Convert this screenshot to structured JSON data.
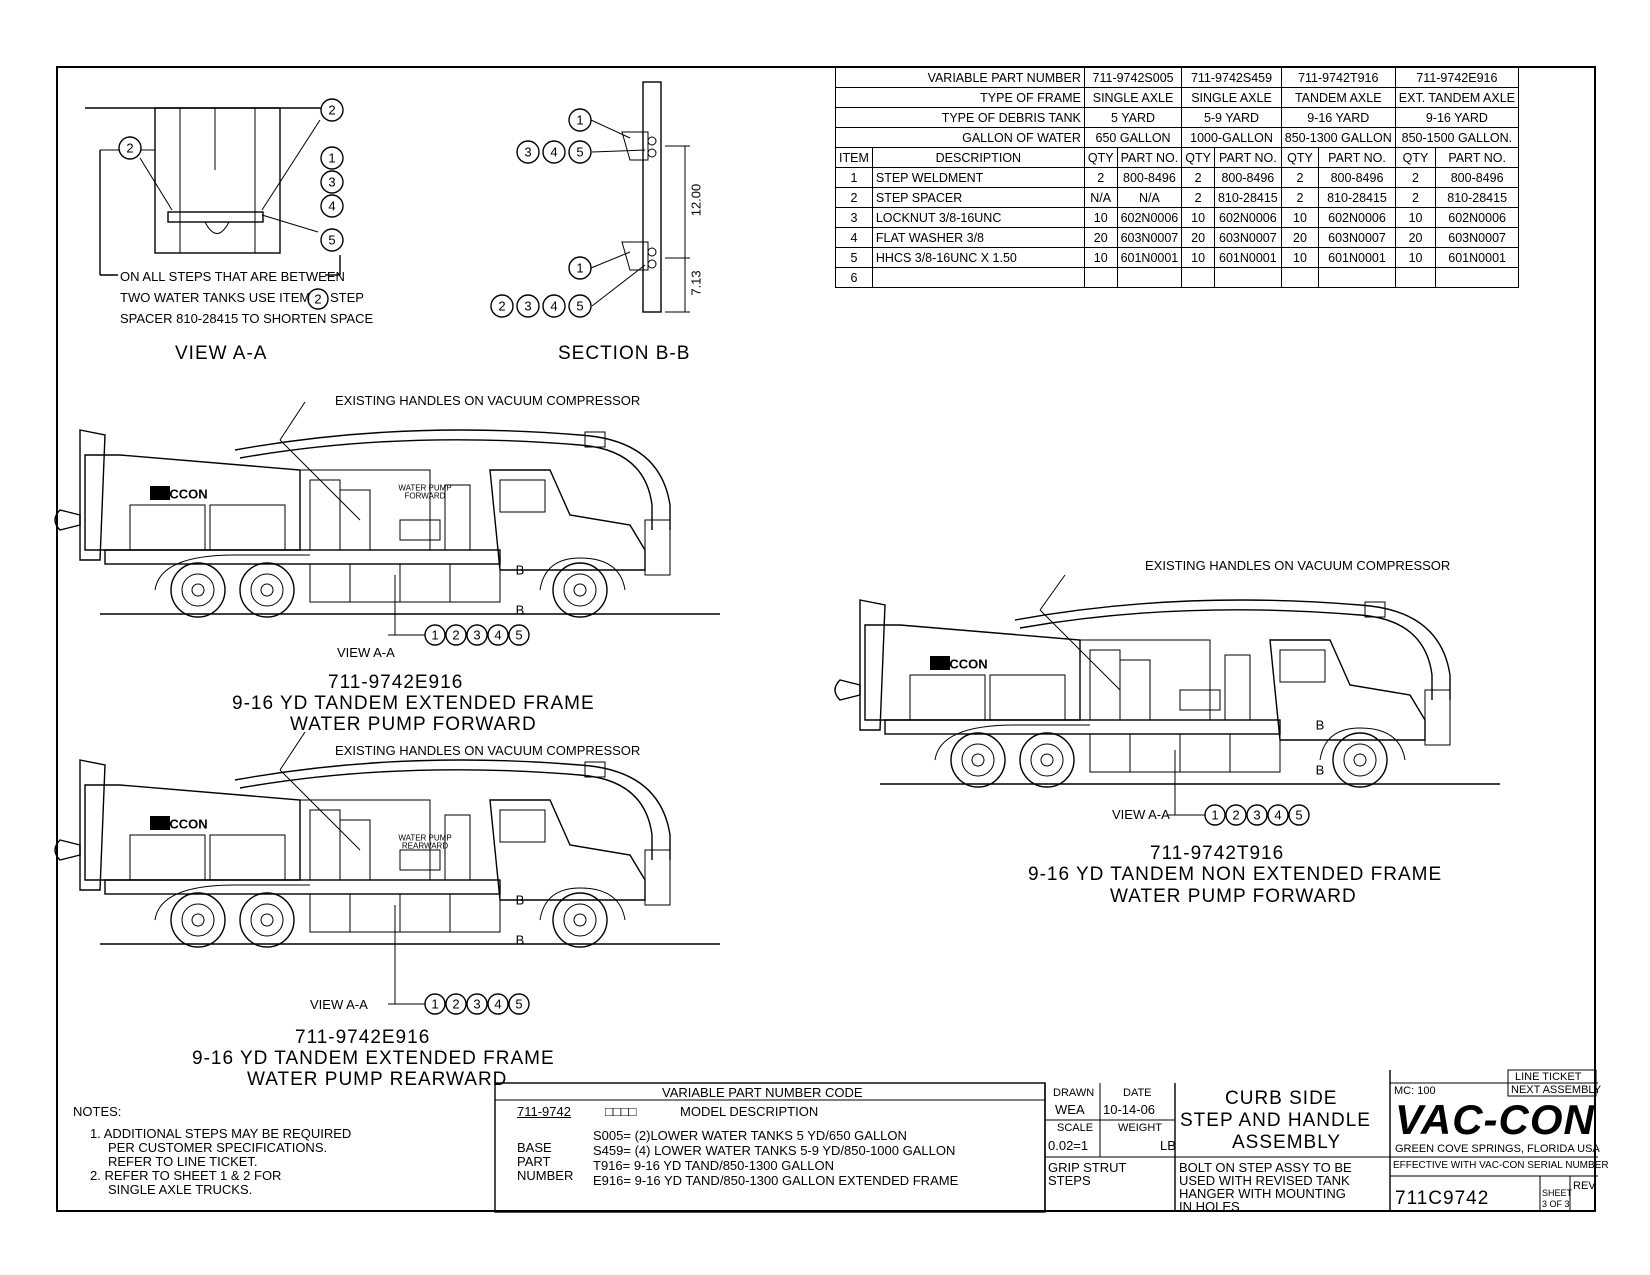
{
  "parts_table": {
    "header_labels": [
      "VARIABLE PART NUMBER",
      "TYPE OF FRAME",
      "TYPE OF DEBRIS TANK",
      "GALLON OF WATER"
    ],
    "variants": [
      {
        "part_number": "711-9742S005",
        "frame": "SINGLE AXLE",
        "tank": "5 YARD",
        "gallon": "650 GALLON"
      },
      {
        "part_number": "711-9742S459",
        "frame": "SINGLE AXLE",
        "tank": "5-9 YARD",
        "gallon": "1000-GALLON"
      },
      {
        "part_number": "711-9742T916",
        "frame": "TANDEM AXLE",
        "tank": "9-16 YARD",
        "gallon": "850-1300 GALLON"
      },
      {
        "part_number": "711-9742E916",
        "frame": "EXT. TANDEM AXLE",
        "tank": "9-16 YARD",
        "gallon": "850-1500 GALLON."
      }
    ],
    "col_item": "ITEM",
    "col_desc": "DESCRIPTION",
    "col_qty": "QTY",
    "col_part": "PART NO.",
    "rows": [
      {
        "item": "1",
        "desc": "STEP WELDMENT",
        "cells": [
          [
            "2",
            "800-8496"
          ],
          [
            "2",
            "800-8496"
          ],
          [
            "2",
            "800-8496"
          ],
          [
            "2",
            "800-8496"
          ]
        ]
      },
      {
        "item": "2",
        "desc": "STEP SPACER",
        "cells": [
          [
            "N/A",
            "N/A"
          ],
          [
            "2",
            "810-28415"
          ],
          [
            "2",
            "810-28415"
          ],
          [
            "2",
            "810-28415"
          ]
        ]
      },
      {
        "item": "3",
        "desc": "LOCKNUT 3/8-16UNC",
        "cells": [
          [
            "10",
            "602N0006"
          ],
          [
            "10",
            "602N0006"
          ],
          [
            "10",
            "602N0006"
          ],
          [
            "10",
            "602N0006"
          ]
        ]
      },
      {
        "item": "4",
        "desc": "FLAT WASHER 3/8",
        "cells": [
          [
            "20",
            "603N0007"
          ],
          [
            "20",
            "603N0007"
          ],
          [
            "20",
            "603N0007"
          ],
          [
            "20",
            "603N0007"
          ]
        ]
      },
      {
        "item": "5",
        "desc": "HHCS 3/8-16UNC X 1.50",
        "cells": [
          [
            "10",
            "601N0001"
          ],
          [
            "10",
            "601N0001"
          ],
          [
            "10",
            "601N0001"
          ],
          [
            "10",
            "601N0001"
          ]
        ]
      },
      {
        "item": "6",
        "desc": "",
        "cells": [
          [
            "",
            ""
          ],
          [
            "",
            ""
          ],
          [
            "",
            ""
          ],
          [
            "",
            ""
          ]
        ]
      }
    ]
  },
  "view_aa": {
    "title": "VIEW A-A",
    "note_line1": "ON ALL STEPS THAT ARE BETWEEN",
    "note_line2a": "TWO WATER TANKS USE ITEM",
    "note_line2b": "STEP",
    "note_line3": "SPACER 810-28415 TO SHORTEN SPACE",
    "balloons": [
      "2",
      "2",
      "1",
      "3",
      "4",
      "5"
    ]
  },
  "section_bb": {
    "title": "SECTION B-B",
    "dim_upper": "12.00",
    "dim_lower": "7.13",
    "balloons_top": [
      "1",
      "3",
      "4",
      "5"
    ],
    "balloons_bottom": [
      "1",
      "2",
      "3",
      "4",
      "5"
    ]
  },
  "trucks": [
    {
      "callout": "EXISTING HANDLES ON VACUUM COMPRESSOR",
      "pump_label": "WATER PUMP FORWARD",
      "brand": "VACCON",
      "view_label": "VIEW A-A",
      "balloons": [
        "1",
        "2",
        "3",
        "4",
        "5"
      ],
      "section_mark": "B",
      "part": "711-9742E916",
      "line2": "9-16 YD TANDEM EXTENDED FRAME",
      "line3": "WATER PUMP FORWARD"
    },
    {
      "callout": "EXISTING HANDLES ON VACUUM COMPRESSOR",
      "pump_label": "WATER PUMP REARWARD",
      "brand": "VACCON",
      "view_label": "VIEW A-A",
      "balloons": [
        "1",
        "2",
        "3",
        "4",
        "5"
      ],
      "section_mark": "B",
      "part": "711-9742E916",
      "line2": "9-16 YD TANDEM EXTENDED FRAME",
      "line3": "WATER PUMP REARWARD"
    },
    {
      "callout": "EXISTING HANDLES ON VACUUM COMPRESSOR",
      "pump_label": "",
      "brand": "VACCON",
      "view_label": "VIEW A-A",
      "balloons": [
        "1",
        "2",
        "3",
        "4",
        "5"
      ],
      "section_mark": "B",
      "part": "711-9742T916",
      "line2": "9-16 YD TANDEM NON EXTENDED FRAME",
      "line3": "WATER PUMP FORWARD"
    }
  ],
  "notes": {
    "title": "NOTES:",
    "n1a": "1. ADDITIONAL STEPS MAY BE REQUIRED",
    "n1b": "PER CUSTOMER SPECIFICATIONS.",
    "n1c": "REFER TO LINE TICKET.",
    "n2a": "2. REFER TO SHEET 1 & 2 FOR",
    "n2b": "SINGLE AXLE TRUCKS."
  },
  "code_block": {
    "title": "VARIABLE PART NUMBER CODE",
    "base": "711-9742",
    "model": "MODEL DESCRIPTION",
    "base_label1": "BASE",
    "base_label2": "PART",
    "base_label3": "NUMBER",
    "s005": "S005= (2)LOWER WATER TANKS 5 YD/650 GALLON",
    "s459": "S459= (4) LOWER WATER TANKS 5-9 YD/850-1000 GALLON",
    "t916": "T916= 9-16 YD TAND/850-1300 GALLON",
    "e916": "E916= 9-16 YD TAND/850-1300 GALLON EXTENDED FRAME"
  },
  "title_block": {
    "drawn_label": "DRAWN",
    "drawn": "WEA",
    "date_label": "DATE",
    "date": "10-14-06",
    "scale_label": "SCALE",
    "scale": "0.02=1",
    "weight_label": "WEIGHT",
    "weight_unit": "LB",
    "title1": "CURB SIDE",
    "title2": "STEP AND HANDLE",
    "title3": "ASSEMBLY",
    "material1": "GRIP STRUT",
    "material2": "STEPS",
    "desc1": "BOLT ON STEP ASSY TO BE",
    "desc2": "USED WITH REVISED TANK",
    "desc3": "HANGER WITH MOUNTING",
    "desc4": "IN HOLES",
    "mc": "MC: 100",
    "line_ticket": "LINE TICKET",
    "next_assembly": "NEXT ASSEMBLY",
    "logo": "VAC-CON",
    "location": "GREEN COVE SPRINGS, FLORIDA USA",
    "effective": "EFFECTIVE WITH VAC-CON SERIAL NUMBER",
    "drawing_no": "711C9742",
    "sheet_label": "SHEET",
    "sheet": "3 OF 3",
    "rev": "REV"
  }
}
